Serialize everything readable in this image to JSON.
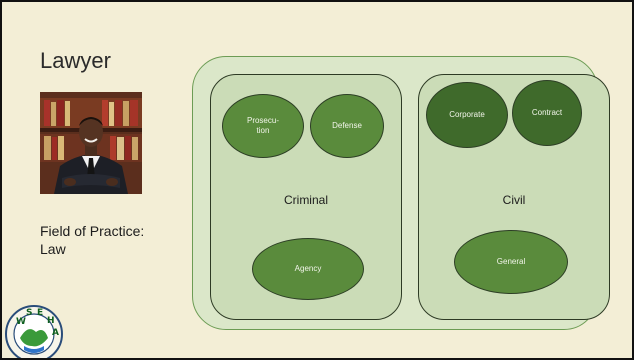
{
  "slide": {
    "title": "Lawyer",
    "field_label": "Field of Practice:",
    "field_value": "Law"
  },
  "diagram": {
    "groups": [
      {
        "label": "Criminal",
        "items": [
          "Prosecu-\ntion",
          "Defense",
          "Agency"
        ]
      },
      {
        "label": "Civil",
        "items": [
          "Corporate",
          "Contract",
          "General"
        ]
      }
    ]
  },
  "colors": {
    "background": "#f3eed6",
    "outer_container": "#dbe7c9",
    "group_box": "#cbdcb7",
    "oval_fill": "#5a8b3c",
    "oval_fill_dark": "#3f6a2b"
  },
  "logo": {
    "letters": [
      "W",
      "S",
      "E",
      "H",
      "A"
    ]
  }
}
